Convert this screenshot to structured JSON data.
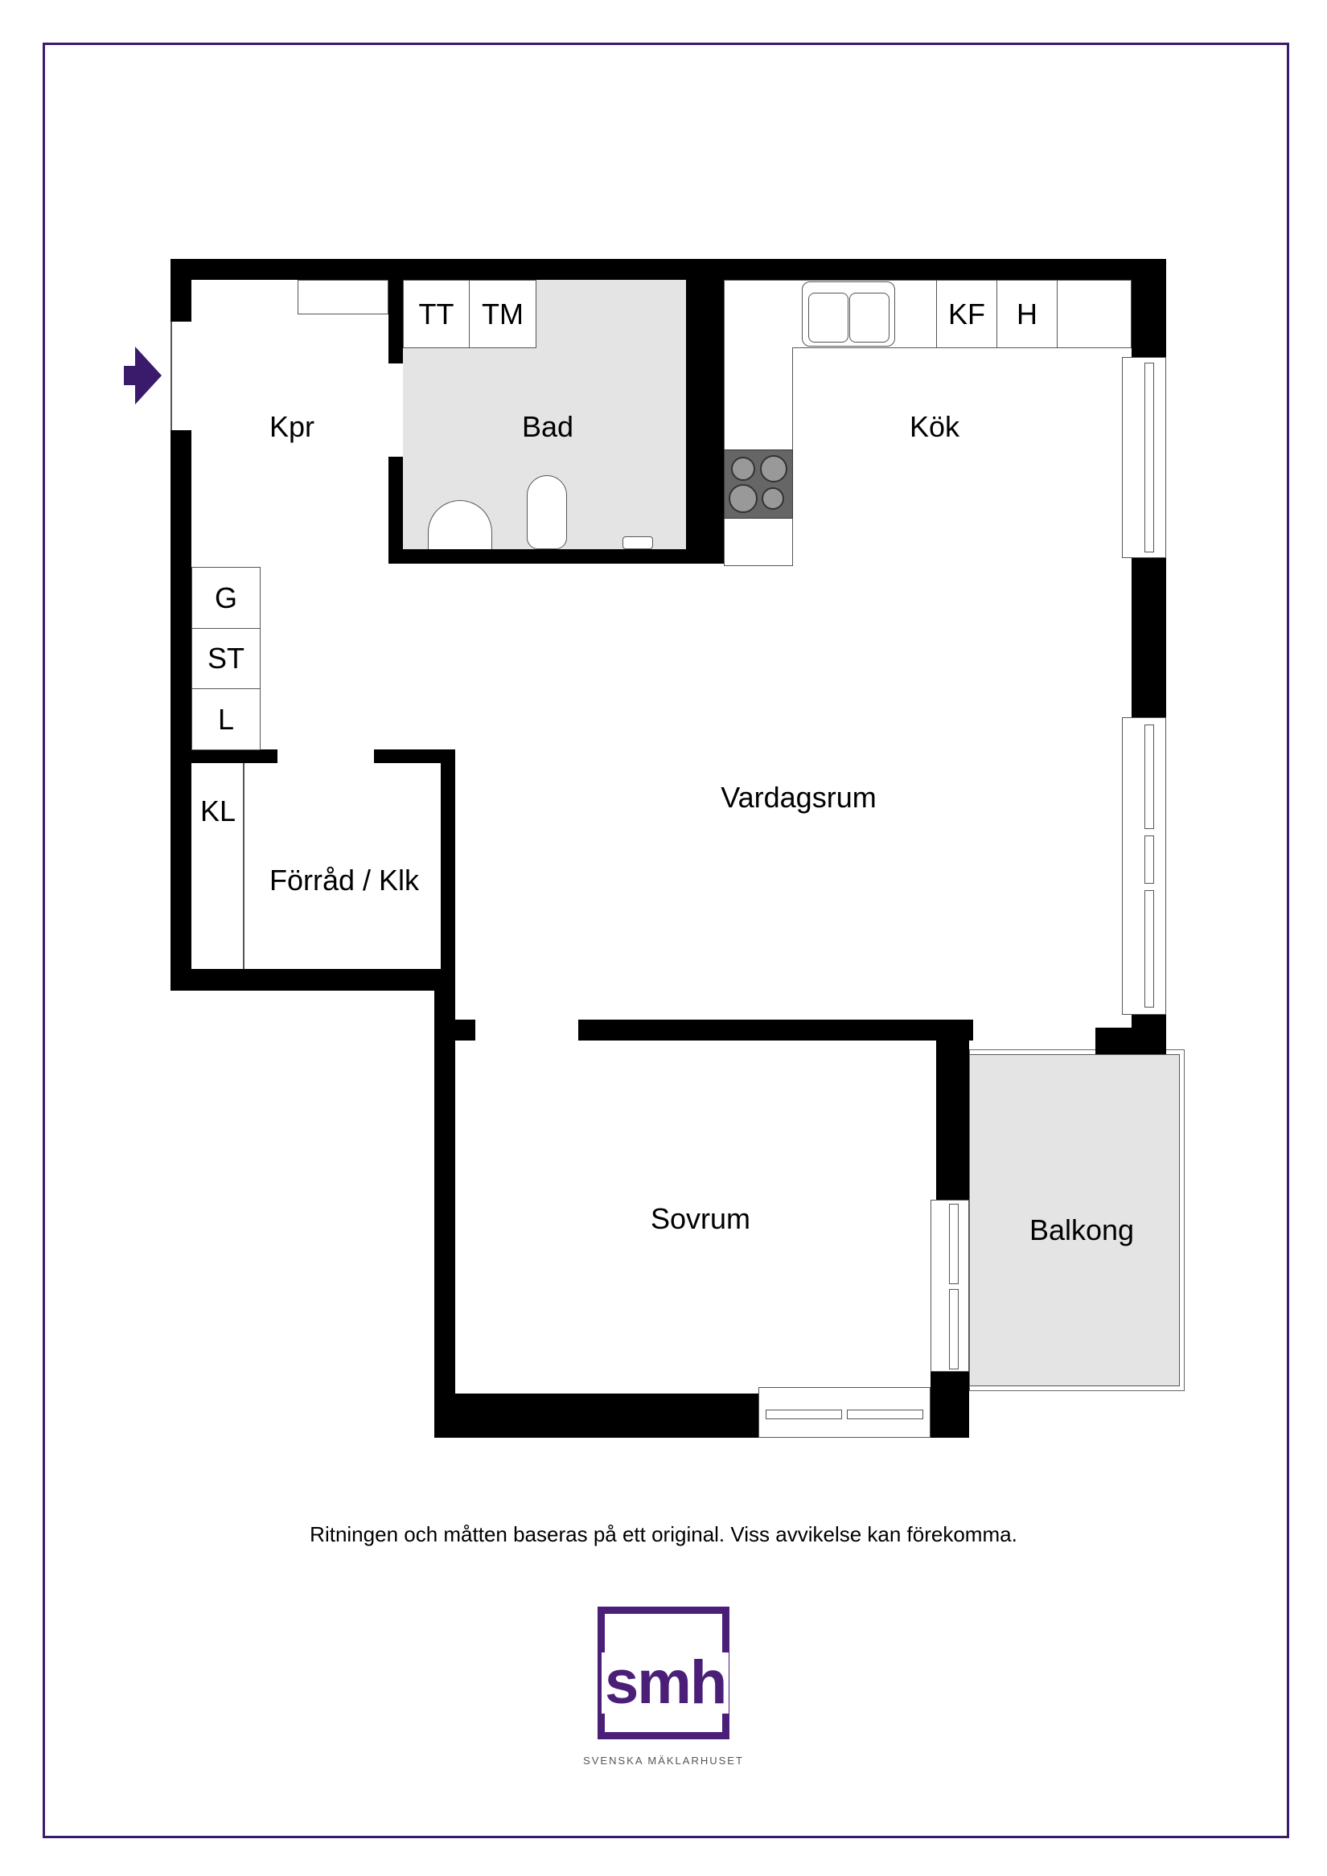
{
  "rooms": {
    "kpr": "Kpr",
    "bad": "Bad",
    "kok": "Kök",
    "vardagsrum": "Vardagsrum",
    "forrad": "Förråd / Klk",
    "sovrum": "Sovrum",
    "balkong": "Balkong"
  },
  "fixtures": {
    "tt": "TT",
    "tm": "TM",
    "kf": "KF",
    "h": "H",
    "g": "G",
    "st": "ST",
    "l": "L",
    "kl": "KL"
  },
  "entrance_arrow": {
    "icon": "entrance-arrow-icon",
    "color": "#3a1a6a"
  },
  "colors": {
    "frame": "#3a1a6a",
    "wall": "#000000",
    "wet_area": "#e4e4e4",
    "brand": "#4b1f78"
  },
  "footer": {
    "disclaimer": "Ritningen och måtten baseras på ett original. Viss avvikelse kan förekomma."
  },
  "logo": {
    "mark": "smh",
    "name": "SVENSKA MÄKLARHUSET"
  }
}
